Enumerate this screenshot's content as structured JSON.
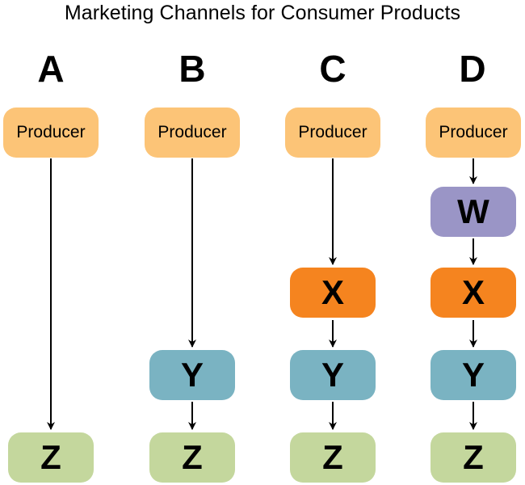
{
  "title": "Marketing Channels for Consumer Products",
  "columns": [
    {
      "label": "A",
      "nodes": [
        "Producer",
        "Z"
      ]
    },
    {
      "label": "B",
      "nodes": [
        "Producer",
        "Y",
        "Z"
      ]
    },
    {
      "label": "C",
      "nodes": [
        "Producer",
        "X",
        "Y",
        "Z"
      ]
    },
    {
      "label": "D",
      "nodes": [
        "Producer",
        "W",
        "X",
        "Y",
        "Z"
      ]
    }
  ],
  "colors": {
    "producer": "#fcc477",
    "w": "#9a95c6",
    "x": "#f5841f",
    "y": "#7ab3c2",
    "z": "#c4d79d"
  }
}
